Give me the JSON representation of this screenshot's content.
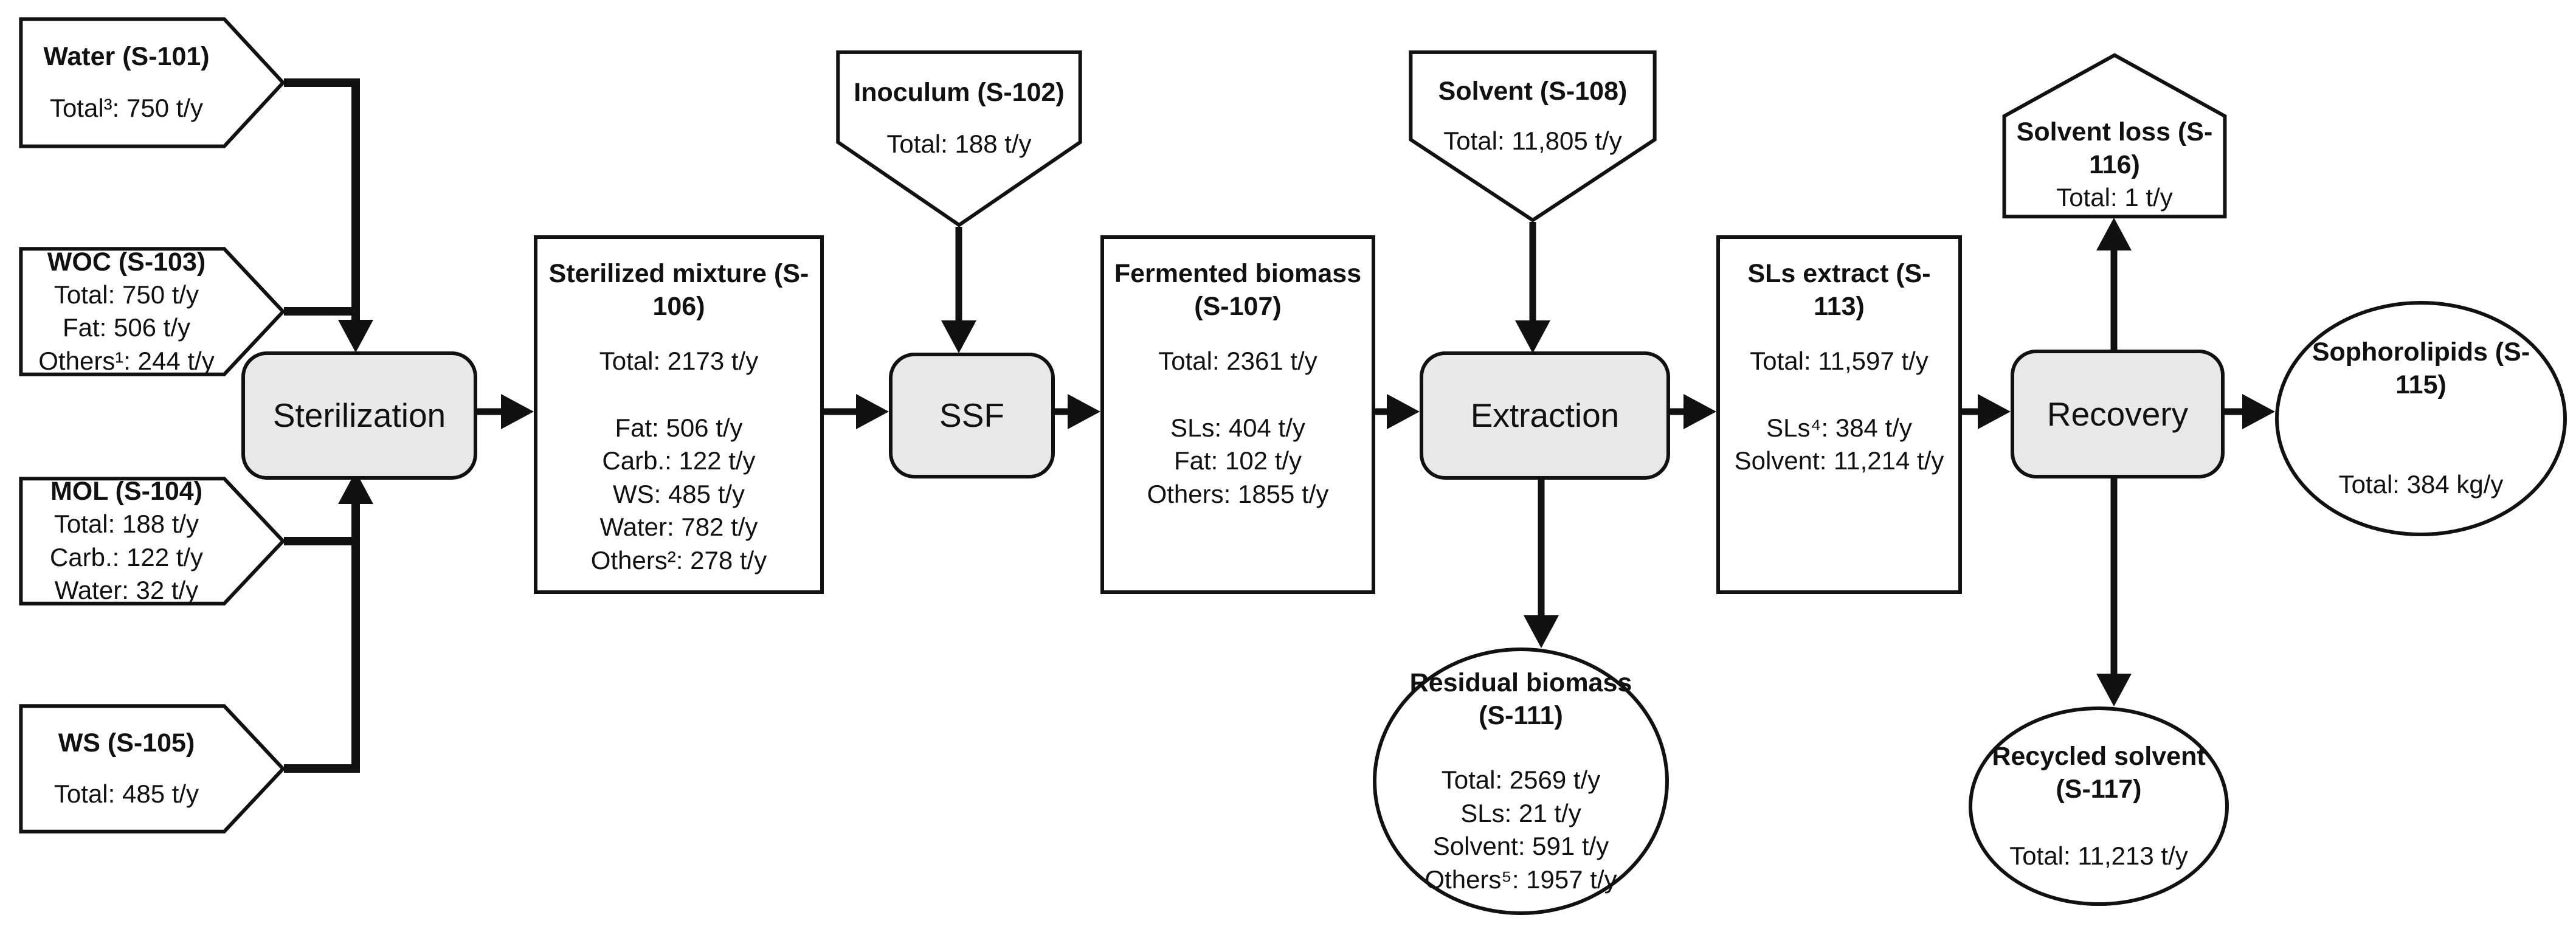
{
  "colors": {
    "background": "#ffffff",
    "process_fill": "#e8e8e8",
    "line_color": "#111111",
    "stream_fill": "#ffffff"
  },
  "processes": {
    "sterilization": {
      "label": "Sterilization"
    },
    "ssf": {
      "label": "SSF"
    },
    "extraction": {
      "label": "Extraction"
    },
    "recovery": {
      "label": "Recovery"
    }
  },
  "streams": {
    "water": {
      "title": "Water (S-101)",
      "lines": [
        "Total³: 750 t/y"
      ]
    },
    "woc": {
      "title": "WOC (S-103)",
      "lines": [
        "Total: 750 t/y",
        "Fat: 506 t/y",
        "Others¹: 244 t/y"
      ]
    },
    "mol": {
      "title": "MOL (S-104)",
      "lines": [
        "Total: 188 t/y",
        "Carb.: 122 t/y",
        "Water: 32 t/y"
      ]
    },
    "ws": {
      "title": "WS (S-105)",
      "lines": [
        "Total: 485 t/y"
      ]
    },
    "inoculum": {
      "title": "Inoculum (S-102)",
      "lines": [
        "Total: 188 t/y"
      ]
    },
    "solvent": {
      "title": "Solvent (S-108)",
      "lines": [
        "Total: 11,805 t/y"
      ]
    },
    "sterilized_mixture": {
      "title": "Sterilized mixture (S-106)",
      "lines": [
        "Total: 2173 t/y",
        "",
        "Fat: 506 t/y",
        "Carb.: 122 t/y",
        "WS: 485 t/y",
        "Water: 782 t/y",
        "Others²: 278 t/y"
      ]
    },
    "fermented_biomass": {
      "title": "Fermented biomass (S-107)",
      "lines": [
        "Total: 2361 t/y",
        "",
        "SLs: 404 t/y",
        "Fat: 102 t/y",
        "Others: 1855 t/y"
      ]
    },
    "sls_extract": {
      "title": "SLs extract (S-113)",
      "lines": [
        "Total: 11,597 t/y",
        "",
        "SLs⁴: 384 t/y",
        "Solvent: 11,214 t/y"
      ]
    },
    "residual_biomass": {
      "title": "Residual biomass (S-111)",
      "lines": [
        "Total: 2569 t/y",
        "SLs: 21 t/y",
        "Solvent: 591 t/y",
        "Others⁵: 1957 t/y"
      ]
    },
    "solvent_loss": {
      "title": "Solvent loss (S-116)",
      "lines": [
        "Total: 1 t/y"
      ]
    },
    "sophorolipids": {
      "title": "Sophorolipids (S-115)",
      "lines": [
        "Total: 384 kg/y"
      ]
    },
    "recycled_solvent": {
      "title": "Recycled solvent (S-117)",
      "lines": [
        "Total: 11,213 t/y"
      ]
    }
  }
}
